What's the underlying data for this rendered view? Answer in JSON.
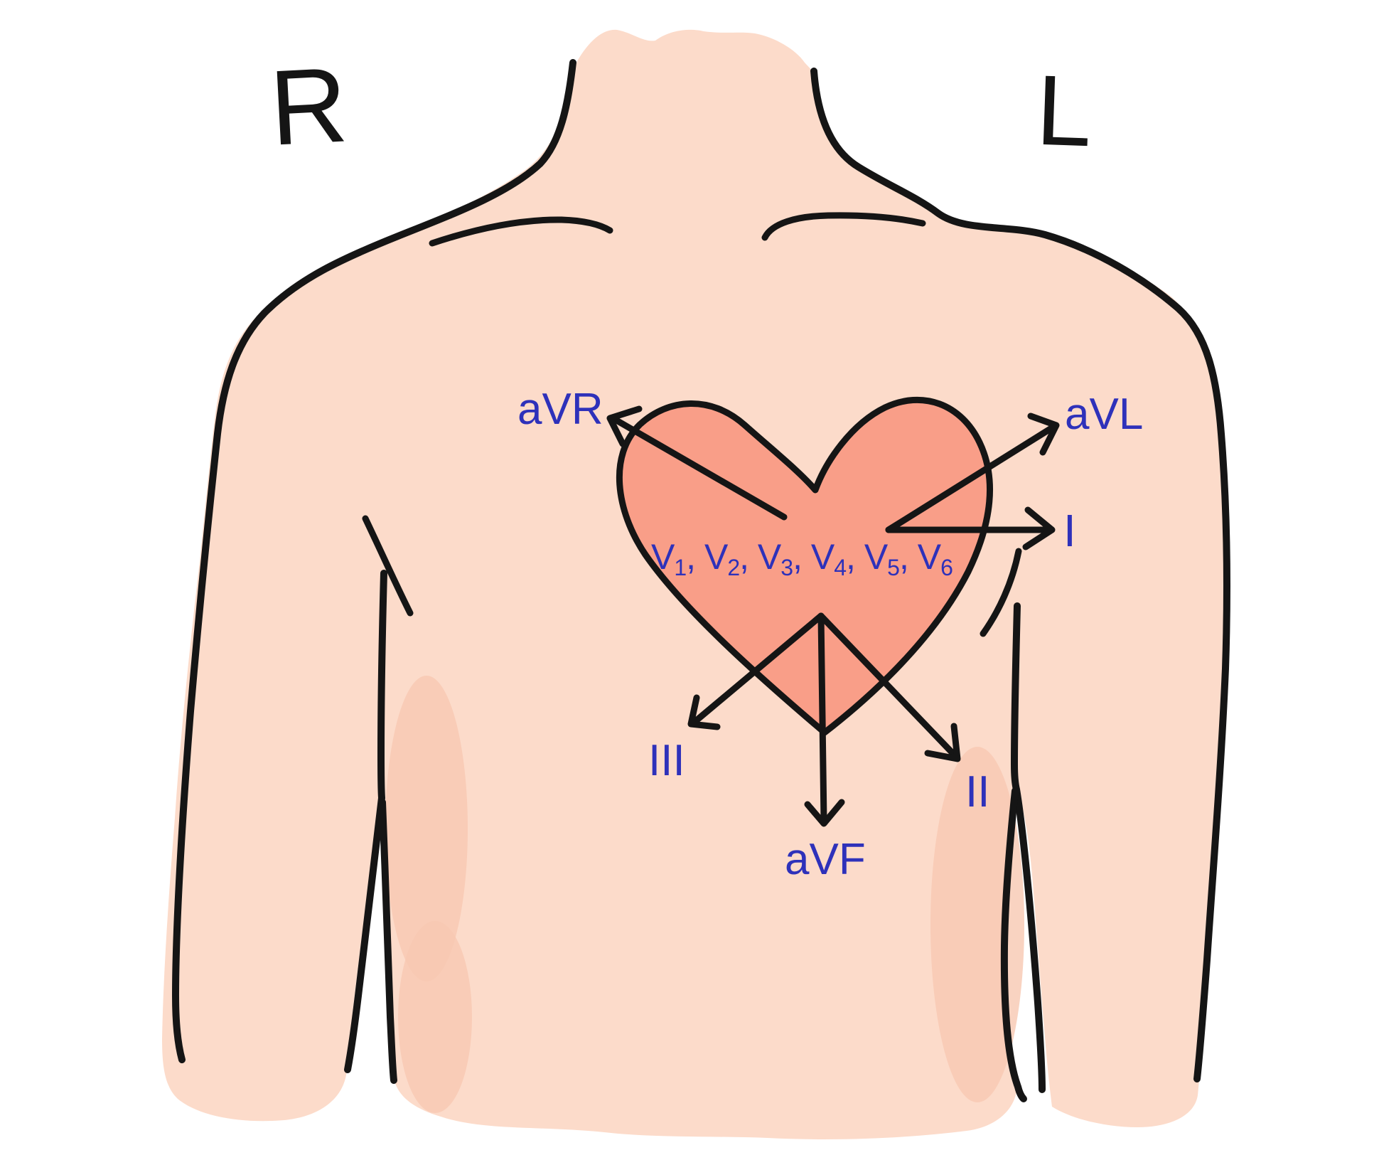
{
  "title": "Hand-drawn torso with heart showing ECG lead directions",
  "colors": {
    "background": "#ffffff",
    "skin": "#fcdbca",
    "heart_fill": "#f99e88",
    "skin_shading": "#f8c8b2",
    "outline_ink": "#151515",
    "lead_label_blue": "#2e31ba"
  },
  "markers": {
    "right": "R",
    "left": "L"
  },
  "limb_leads": {
    "avr": "aVR",
    "avl": "aVL",
    "lead_i": "I",
    "lead_ii": "II",
    "lead_iii": "III",
    "avf": "aVF"
  },
  "precordial": {
    "separator": ", ",
    "leads": [
      {
        "base": "V",
        "sub": "1"
      },
      {
        "base": "V",
        "sub": "2"
      },
      {
        "base": "V",
        "sub": "3"
      },
      {
        "base": "V",
        "sub": "4"
      },
      {
        "base": "V",
        "sub": "5"
      },
      {
        "base": "V",
        "sub": "6"
      }
    ]
  },
  "icons": {
    "arrows": [
      "avr-arrow",
      "avl-arrow",
      "lead-i-arrow",
      "lead-ii-arrow",
      "lead-iii-arrow",
      "avf-arrow"
    ]
  }
}
